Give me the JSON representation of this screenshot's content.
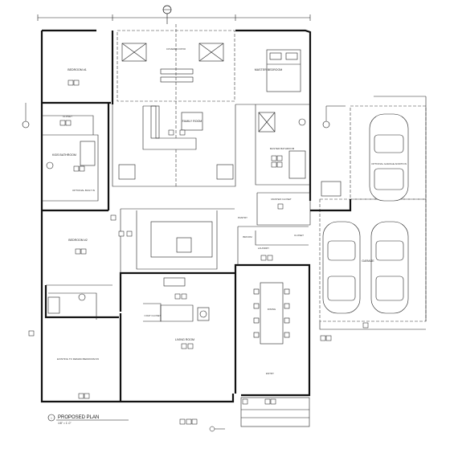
{
  "plan": {
    "title": "PROPOSED PLAN",
    "scale": "1/8\" = 1'-0\"",
    "detail_number": "1",
    "rooms": {
      "bedroom1": "BEDROOM #1",
      "covered_patio": "COVERED PATIO",
      "master_bedroom": "MASTER BEDROOM",
      "closet": "CLOSET",
      "kids_bathroom": "KIDS BATHROOM",
      "family_room": "FAMILY ROOM",
      "optional_built_in": "OPTIONAL BUILT IN",
      "master_bathroom": "MASTER BATHROOM",
      "master_closet": "MASTER CLOSET",
      "optional_garage": "OPTIONAL GARAGE ADDITION",
      "bedroom2": "BEDROOM #2",
      "pantry": "PANTRY",
      "broom": "BROOM",
      "laundry": "LAUNDRY",
      "garage": "GARAGE",
      "dining": "DINING",
      "living_room": "LIVING ROOM",
      "existing_bedroom3": "EXISTING TO REMAIN BEDROOM #3",
      "entry": "ENTRY",
      "closet_entry": "CLOSET",
      "coat": "COAT CLOSET"
    }
  }
}
